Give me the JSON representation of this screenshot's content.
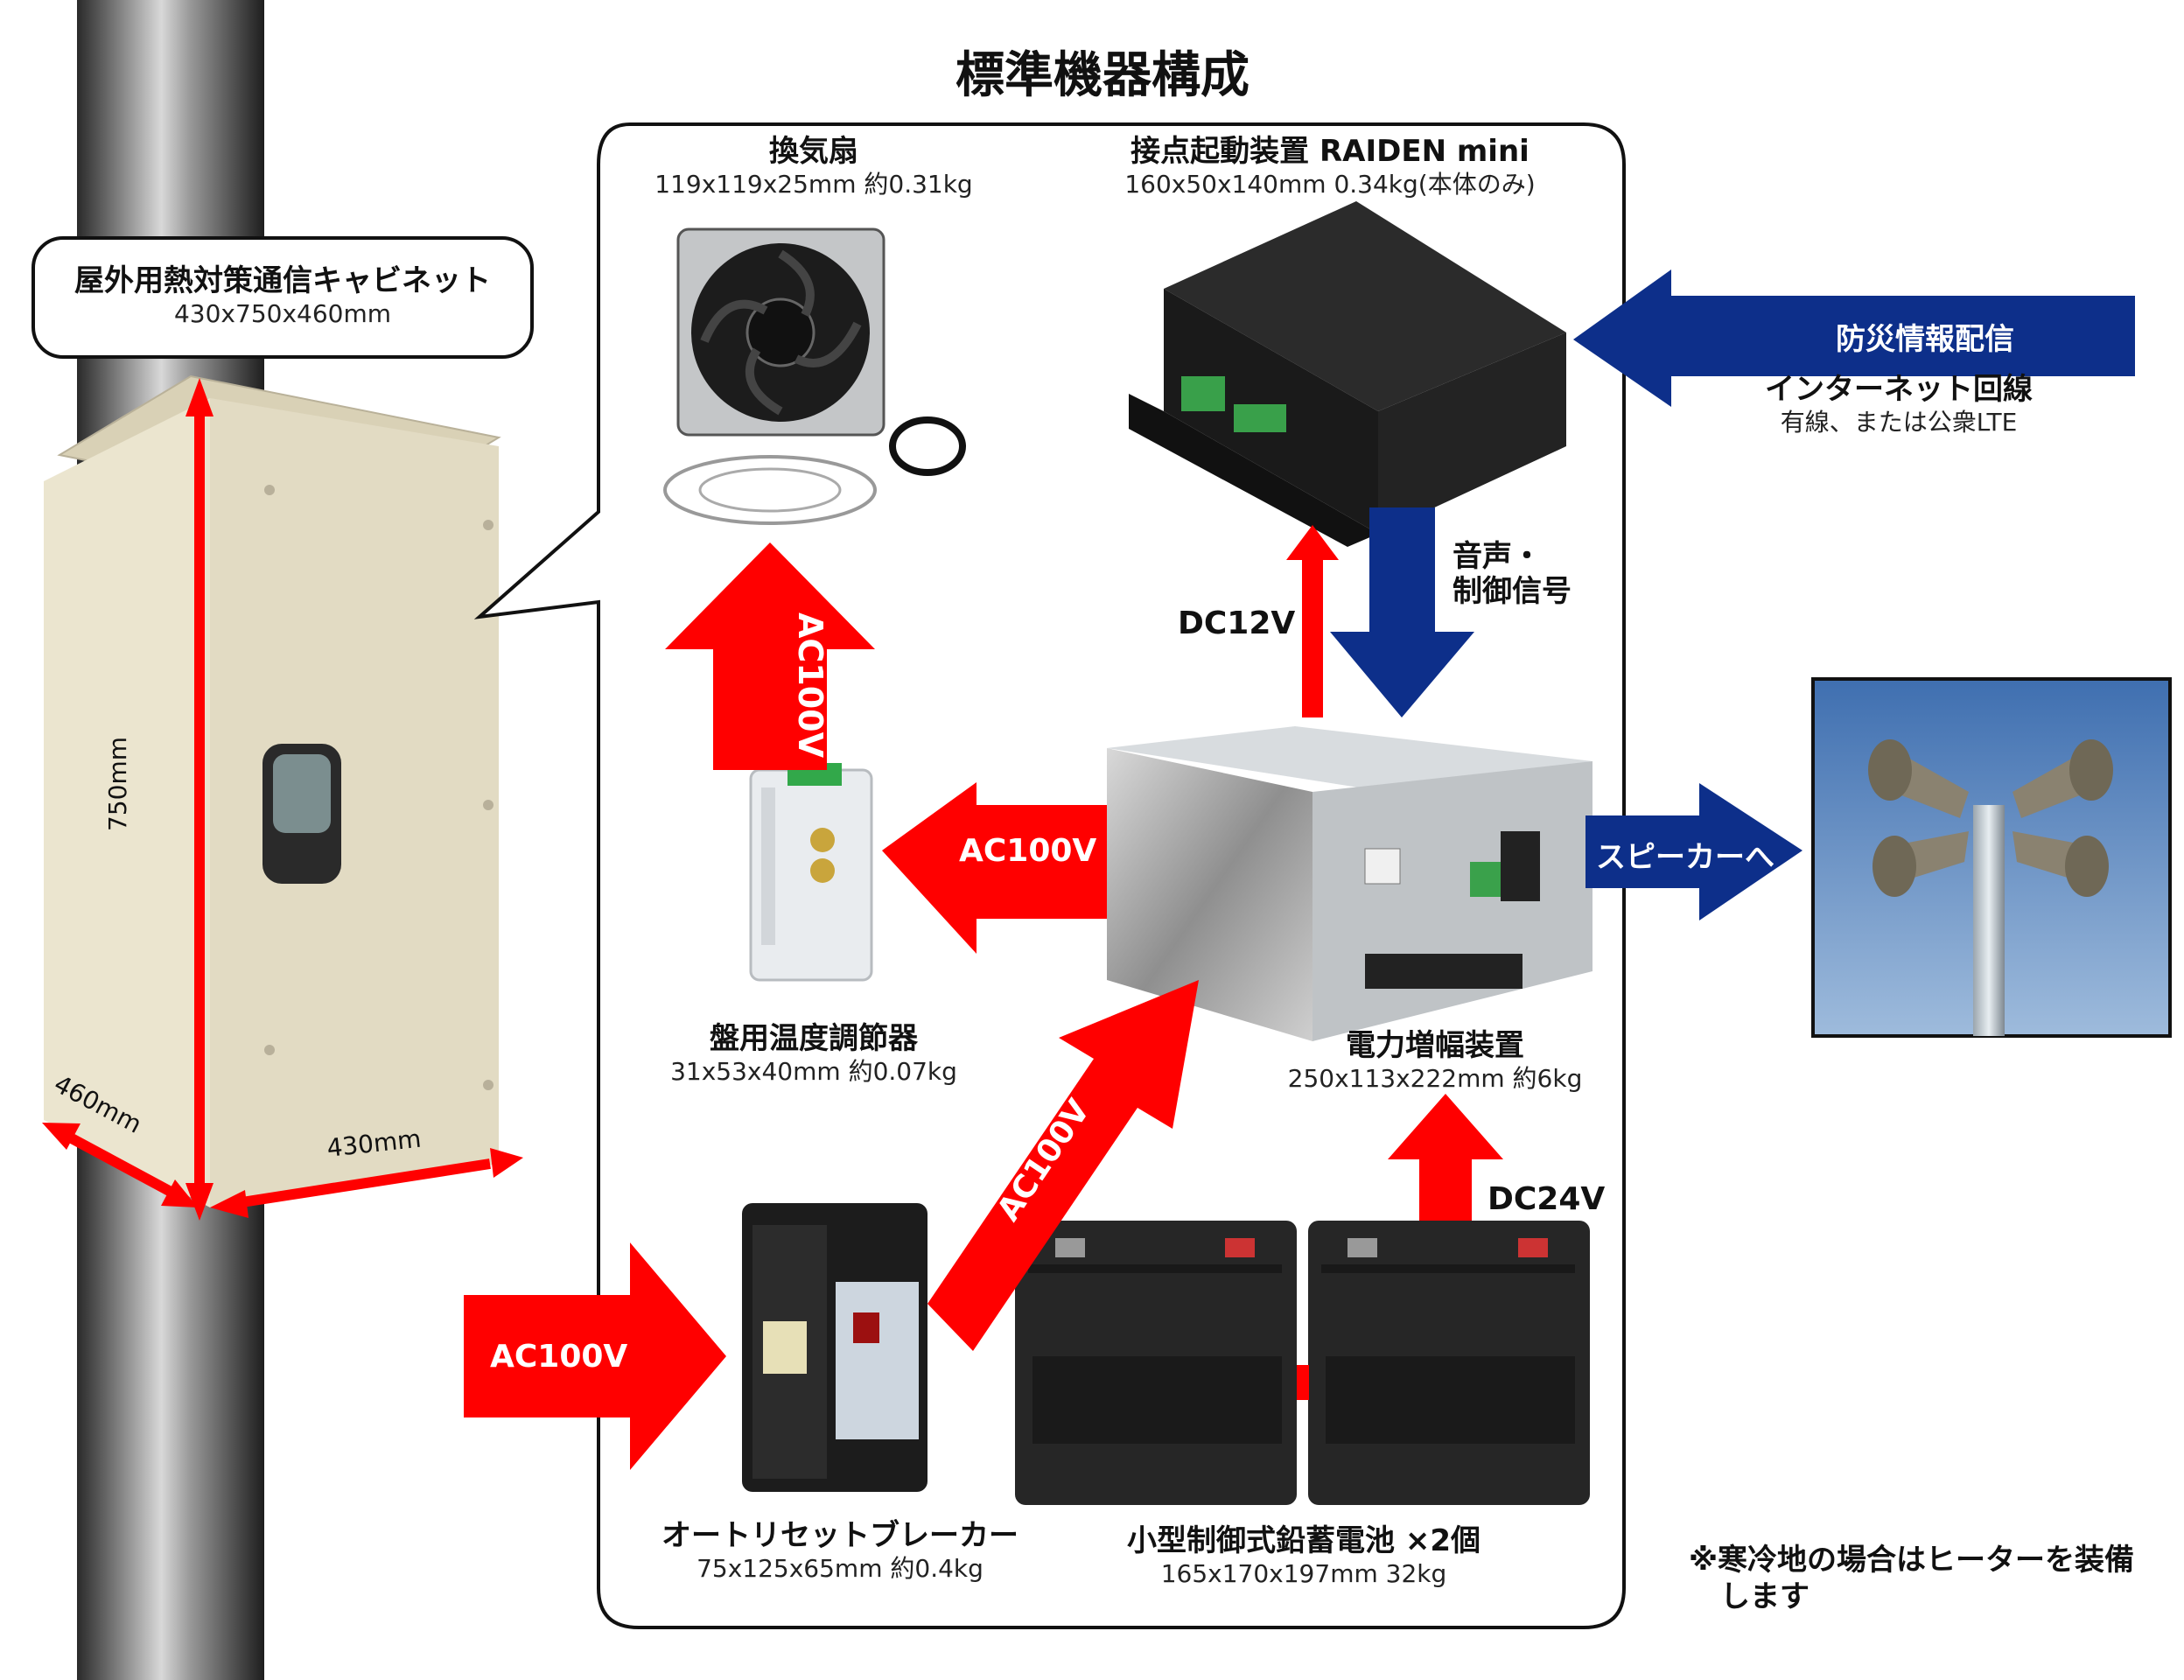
{
  "title": "標準機器構成",
  "cabinet": {
    "name": "屋外用熱対策通信キャビネット",
    "spec": "430x750x460mm",
    "dim_height": "750mm",
    "dim_depth": "460mm",
    "dim_width": "430mm"
  },
  "fan": {
    "name": "換気扇",
    "spec": "119x119x25mm 約0.31kg"
  },
  "raiden": {
    "name": "接点起動装置 RAIDEN mini",
    "spec": "160x50x140mm 0.34kg(本体のみ)"
  },
  "thermostat": {
    "name": "盤用温度調節器",
    "spec": "31x53x40mm 約0.07kg"
  },
  "amplifier": {
    "name": "電力増幅装置",
    "spec": "250x113x222mm 約6kg"
  },
  "breaker": {
    "name": "オートリセットブレーカー",
    "spec": "75x125x65mm 約0.4kg"
  },
  "battery": {
    "name": "小型制御式鉛蓄電池 ×2個",
    "spec": "165x170x197mm 32kg"
  },
  "internet": {
    "arrow_label": "防災情報配信",
    "name": "インターネット回線",
    "sub": "有線、または公衆LTE"
  },
  "arrows": {
    "ac_fan": "AC100V",
    "ac_thermo": "AC100V",
    "ac_breaker_amp": "AC100V",
    "ac_in": "AC100V",
    "dc12": "DC12V",
    "dc24": "DC24V",
    "audio_line1": "音声・",
    "audio_line2": "制御信号",
    "speaker": "スピーカーへ"
  },
  "note": {
    "line1": "※寒冷地の場合はヒーターを装備",
    "line2": "します"
  },
  "colors": {
    "red": "#ff0000",
    "navy": "#0d2f8a",
    "cabinet": "#e6dfc8"
  }
}
